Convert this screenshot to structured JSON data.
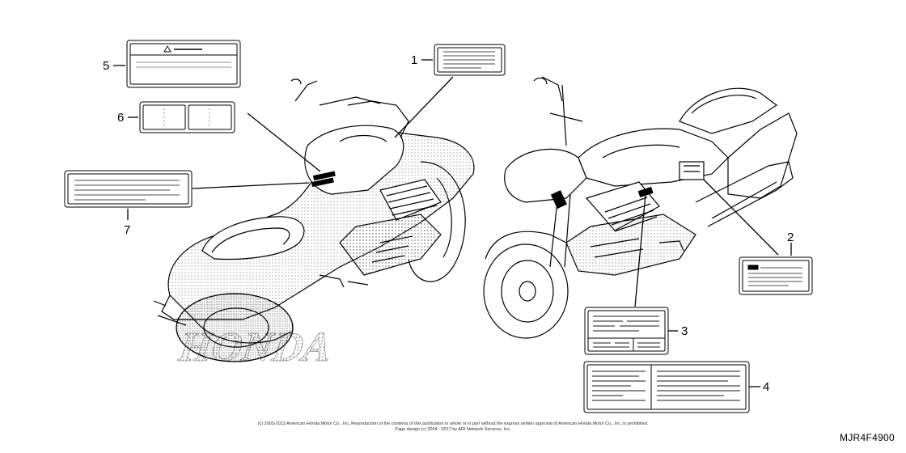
{
  "callouts": [
    "1",
    "2",
    "3",
    "4",
    "5",
    "6",
    "7"
  ],
  "brand_watermark": "HONDA",
  "copyright": {
    "line1": "(c) 2003-2013 American Honda Motor Co., Inc. Reproduction of the contents of this publication in whole or in part without the express written approval of American Honda Motor Co., Inc. is prohibited.",
    "line2": "Page design (c) 2004 - 2017 by ARI Network Services, Inc."
  },
  "diagram_code": "MJR4F4900"
}
